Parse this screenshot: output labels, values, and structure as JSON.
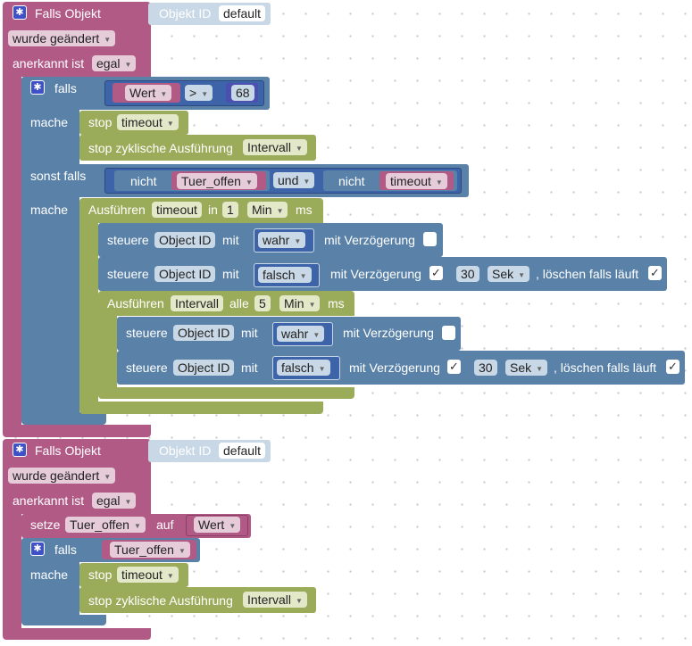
{
  "colors": {
    "event": "#b15a86",
    "logic": "#5a82a8",
    "timer": "#9aab5a",
    "id_block": "#c9d8e6",
    "gear": "#3f51c8"
  },
  "icons": {
    "settings": "gear-icon",
    "dropdown": "caret-down"
  },
  "ui": {
    "falls_objekt": "Falls Objekt",
    "objekt_id": "Objekt ID",
    "default": "default",
    "wurde_geaendert": "wurde geändert",
    "anerkannt_ist": "anerkannt ist",
    "egal": "egal",
    "falls": "falls",
    "mache": "mache",
    "sonst_falls": "sonst falls",
    "wert": "Wert",
    "gt": ">",
    "num68": "68",
    "stop": "stop",
    "timeout": "timeout",
    "stop_zyklisch": "stop zyklische Ausführung",
    "intervall": "Intervall",
    "nicht": "nicht",
    "tuer_offen": "Tuer_offen",
    "und": "und",
    "ausfuehren": "Ausführen",
    "in": "in",
    "num1": "1",
    "min": "Min",
    "ms": "ms",
    "steuere": "steuere",
    "object_id": "Object ID",
    "mit": "mit",
    "wahr": "wahr",
    "falsch": "falsch",
    "mit_verzoegerung": "mit Verzögerung",
    "num30": "30",
    "sek": "Sek",
    "loeschen": ", löschen falls läuft",
    "alle": "alle",
    "num5": "5",
    "setze": "setze",
    "auf": "auf",
    "check": "✓"
  }
}
